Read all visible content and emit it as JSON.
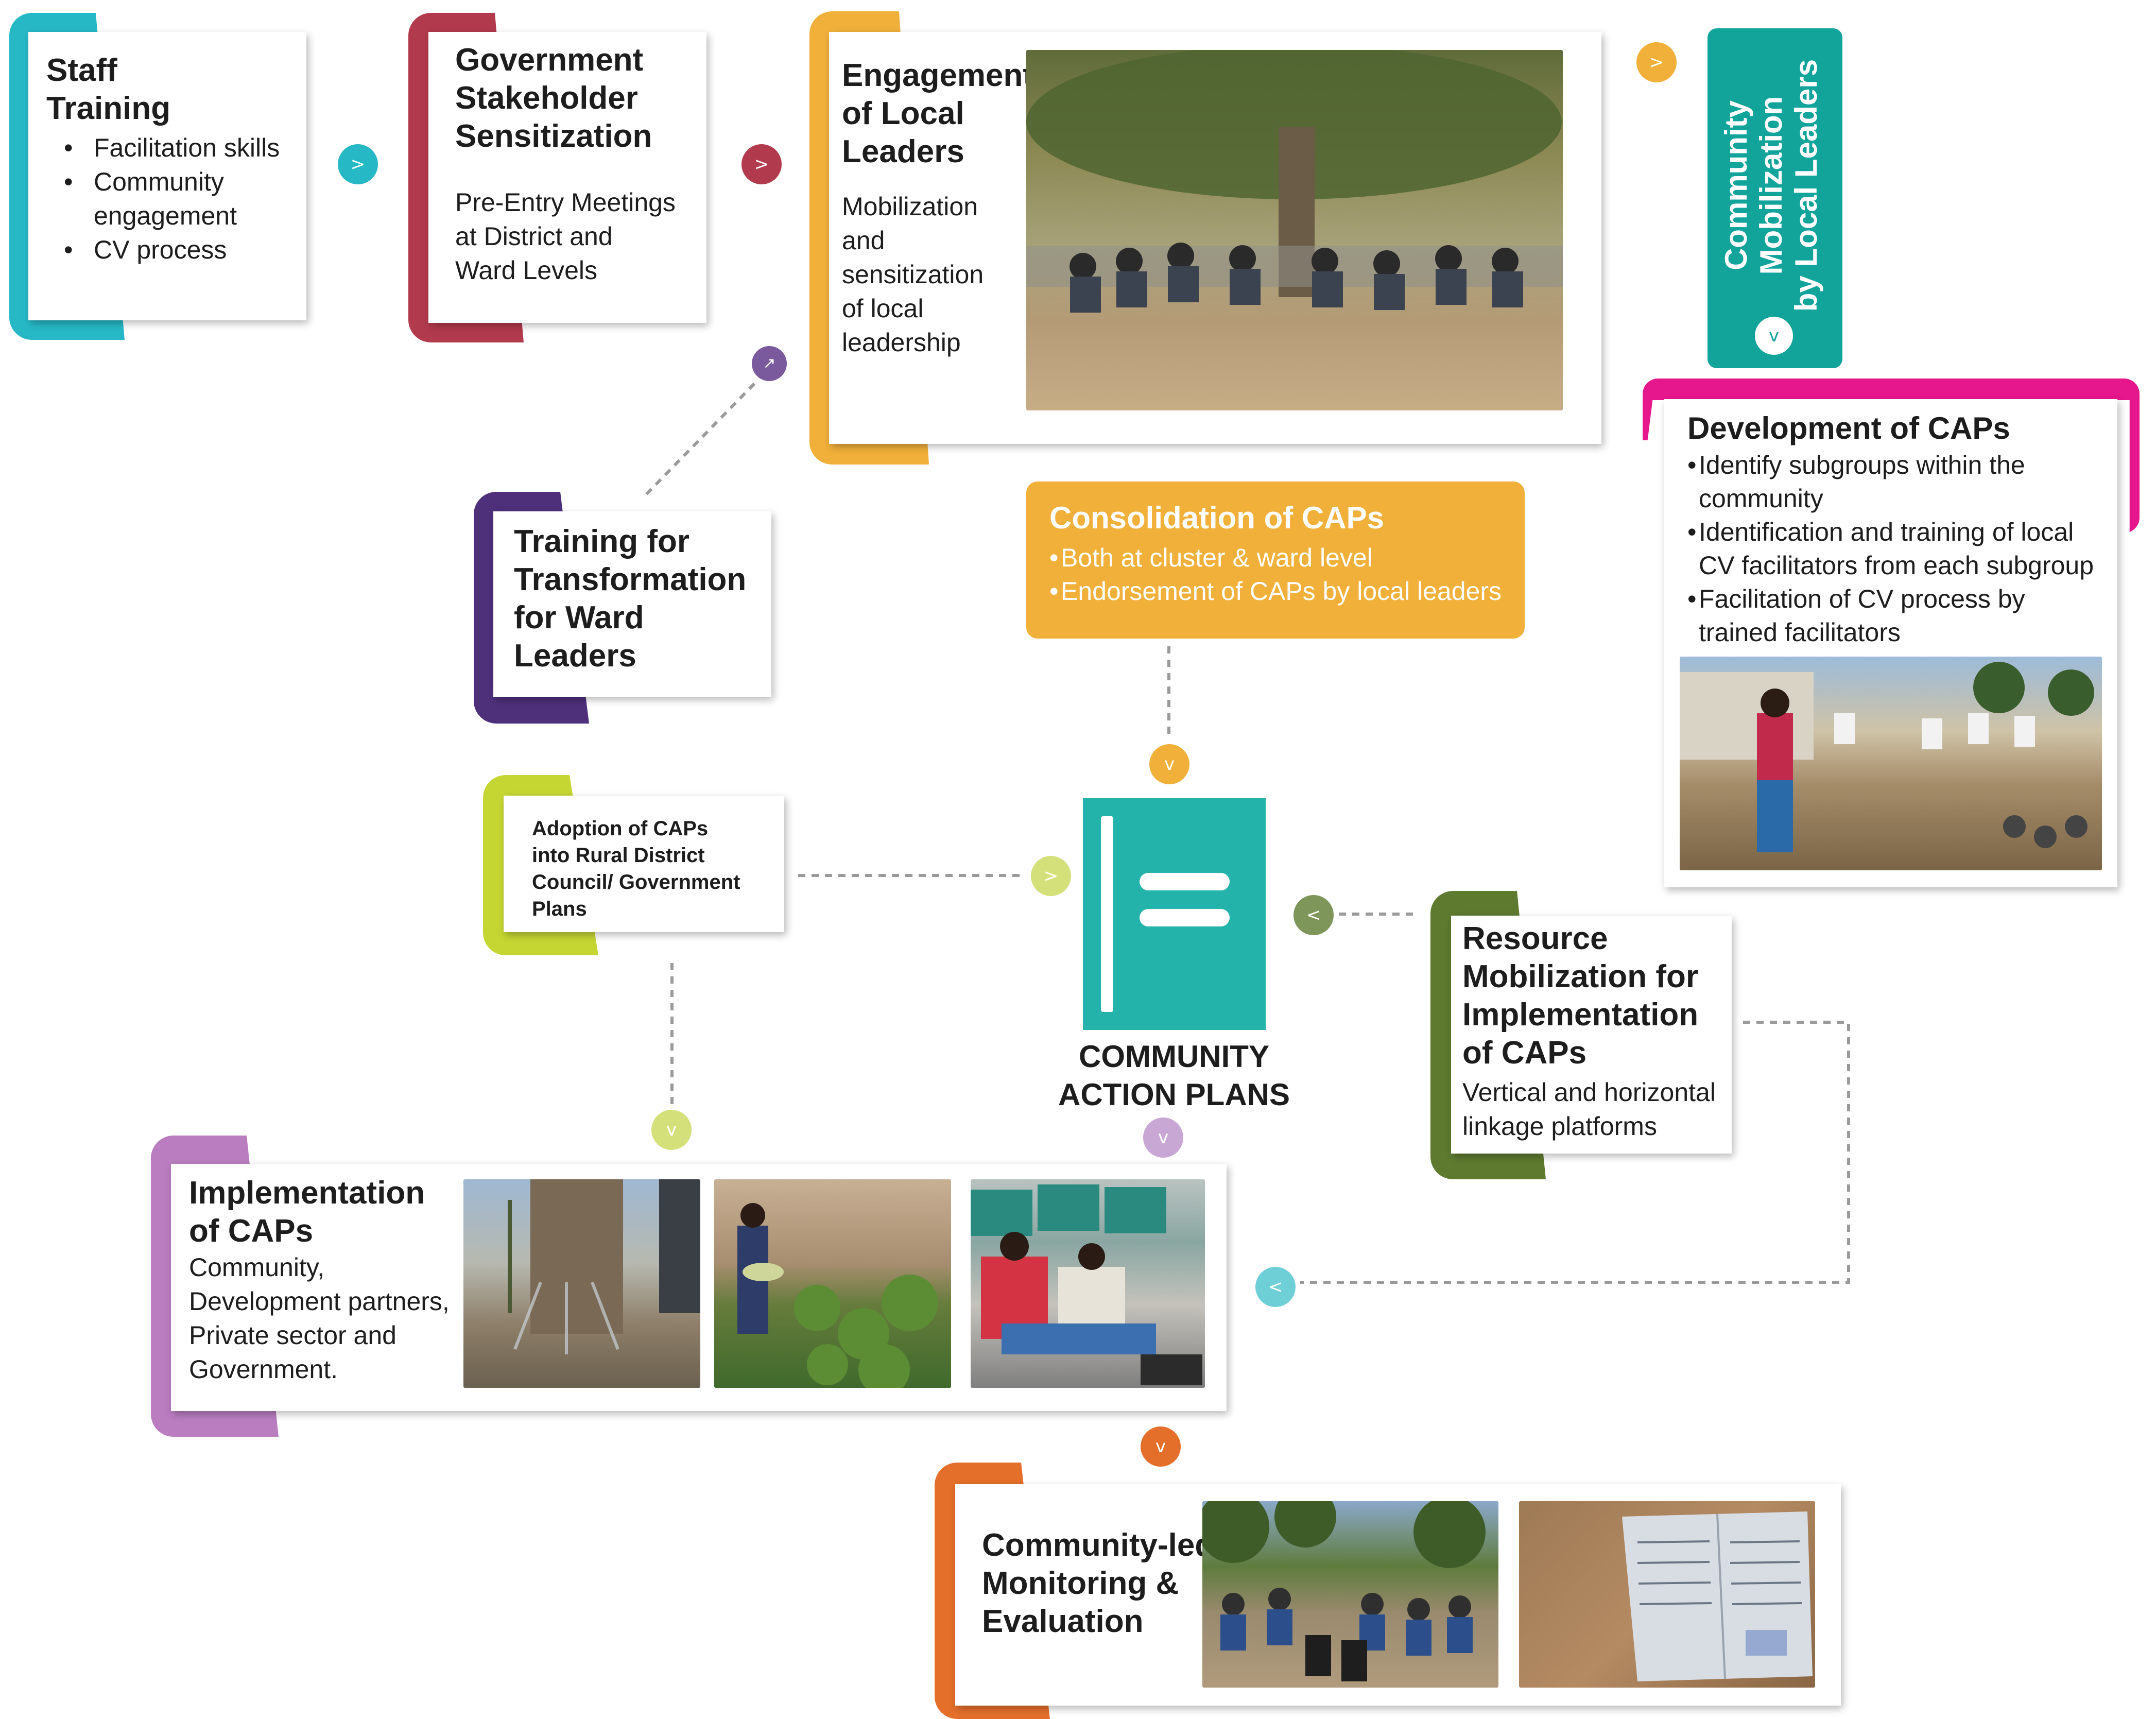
{
  "colors": {
    "staff": "#27b8c6",
    "gov": "#b23a4d",
    "engage": "#f0b03a",
    "mobil": "#12a39a",
    "dev": "#e6168c",
    "training": "#4e2f7a",
    "consol": "#f0b03a",
    "adopt": "#c5d633",
    "central": "#23b3ab",
    "resource": "#5e7a2f",
    "impl": "#b97dc0",
    "monitor": "#e46f2b"
  },
  "staff_training": {
    "title": "Staff\nTraining",
    "bullets": [
      "Facilitation skills",
      "Community\nengagement",
      "CV process"
    ]
  },
  "gov_sensitization": {
    "title": "Government\nStakeholder\nSensitization",
    "body": "Pre-Entry Meetings\nat District and\nWard Levels"
  },
  "engagement": {
    "title": "Engagement\nof Local\nLeaders",
    "body": "Mobilization\nand\nsensitization\nof local\nleadership"
  },
  "mobilization": {
    "title": "Community\nMobilization\nby Local Leaders"
  },
  "development": {
    "title": "Development of CAPs",
    "bullets": [
      "Identify subgroups within the\ncommunity",
      "Identification and training of local\nCV facilitators from each subgroup",
      "Facilitation of CV process by\ntrained facilitators"
    ]
  },
  "training_transformation": {
    "title": "Training for\nTransformation\nfor Ward\nLeaders"
  },
  "consolidation": {
    "title": "Consolidation of CAPs",
    "bullets": [
      "Both at cluster & ward level",
      "Endorsement of CAPs by local leaders"
    ]
  },
  "adoption": {
    "title": "Adoption of CAPs\ninto Rural District\nCouncil/ Government\nPlans"
  },
  "central": {
    "label": "COMMUNITY\nACTION PLANS"
  },
  "resource": {
    "title": "Resource\nMobilization for\nImplementation\nof CAPs",
    "body": "Vertical and horizontal\nlinkage platforms"
  },
  "implementation": {
    "title": "Implementation\nof CAPs",
    "body": "Community,\nDevelopment partners,\nPrivate sector and\nGovernment."
  },
  "monitoring": {
    "title": "Community-led\nMonitoring &\nEvaluation"
  },
  "arrows": {
    "right": ">",
    "left": "<",
    "down": "v",
    "diagonal": "↗"
  },
  "icons": {
    "photos": [
      "tree-meeting-photo",
      "facilitators-photo",
      "borehole-drilling-photo",
      "garden-photo",
      "sewing-photo",
      "community-meeting-photo",
      "notebook-photo"
    ],
    "central": "action-plan-book-icon"
  }
}
